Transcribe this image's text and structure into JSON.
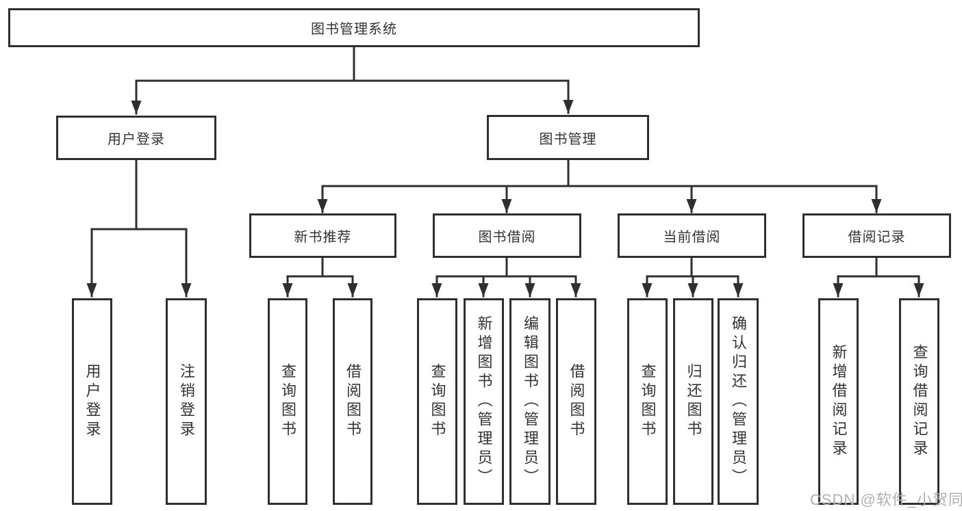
{
  "diagram_title": "图书管理系统",
  "tree": {
    "label": "图书管理系统",
    "children": [
      {
        "label": "用户登录",
        "children": [
          {
            "label": "用户登录"
          },
          {
            "label": "注销登录"
          }
        ]
      },
      {
        "label": "图书管理",
        "children": [
          {
            "label": "新书推荐",
            "children": [
              {
                "label": "查询图书"
              },
              {
                "label": "借阅图书"
              }
            ]
          },
          {
            "label": "图书借阅",
            "children": [
              {
                "label": "查询图书"
              },
              {
                "label": "新增图书（管理员）"
              },
              {
                "label": "编辑图书（管理员）"
              },
              {
                "label": "借阅图书"
              }
            ]
          },
          {
            "label": "当前借阅",
            "children": [
              {
                "label": "查询图书"
              },
              {
                "label": "归还图书"
              },
              {
                "label": "确认归还（管理员）"
              }
            ]
          },
          {
            "label": "借阅记录",
            "children": [
              {
                "label": "新增借阅记录"
              },
              {
                "label": "查询借阅记录"
              }
            ]
          }
        ]
      }
    ]
  },
  "watermark": "CSDN @软件_小贺同学",
  "colors": {
    "line": "#2f2f2f",
    "box_border": "#2f2f2f",
    "text": "#333333",
    "watermark": "#b0b0b0",
    "background": "#ffffff"
  }
}
